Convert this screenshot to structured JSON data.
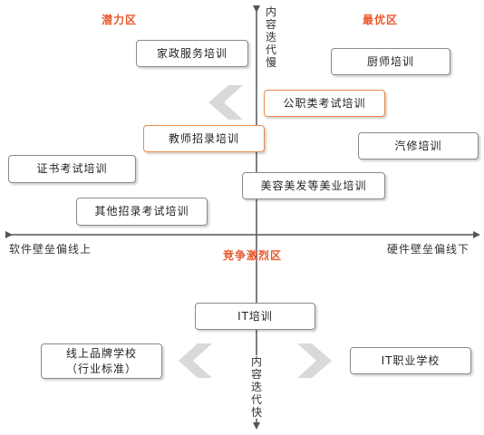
{
  "zones": {
    "top_left": "潜力区",
    "top_right": "最优区",
    "center": "竞争激烈区"
  },
  "axes": {
    "left": "软件壁垒偏线上",
    "right": "硬件壁垒偏线下",
    "top": "内容迭代慢",
    "bottom": "内容迭代快"
  },
  "boxes": {
    "housekeeping": "家政服务培训",
    "chef": "厨师培训",
    "civil_service": "公职类考试培训",
    "teacher": "教师招录培训",
    "auto_repair": "汽修培训",
    "certificate": "证书考试培训",
    "beauty": "美容美发等美业培训",
    "other_recruit": "其他招录考试培训",
    "it": "IT培训",
    "online_brand_line1": "线上品牌学校",
    "online_brand_line2": "（行业标准）",
    "it_vocational": "IT职业学校"
  },
  "colors": {
    "zone_text": "#e8572a",
    "highlight_border": "#e8894a",
    "box_border": "#8a8a8a",
    "chevron": "#d9d9d9",
    "axis": "#555555"
  }
}
